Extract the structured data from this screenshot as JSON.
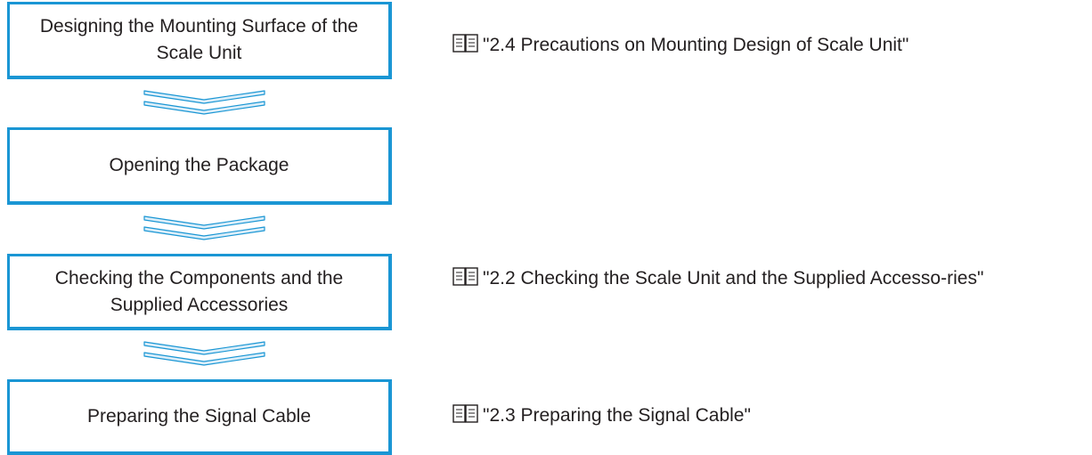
{
  "steps": [
    {
      "label": "Designing the Mounting Surface of the Scale Unit"
    },
    {
      "label": "Opening the Package"
    },
    {
      "label": "Checking the Components and the Supplied Accessories"
    },
    {
      "label": "Preparing the Signal Cable"
    }
  ],
  "references": [
    {
      "icon": "book-icon",
      "text": "\"2.4 Precautions on Mounting Design of Scale Unit\""
    },
    null,
    {
      "icon": "book-icon",
      "text": "\"2.2 Checking the Scale Unit and the Supplied Accesso-ries\""
    },
    {
      "icon": "book-icon",
      "text": "\"2.3 Preparing the Signal Cable\""
    }
  ],
  "colors": {
    "box_border": "#1a96d4",
    "arrow_fill": "#dbeef9",
    "arrow_stroke": "#1a96d4",
    "text": "#231f20"
  }
}
